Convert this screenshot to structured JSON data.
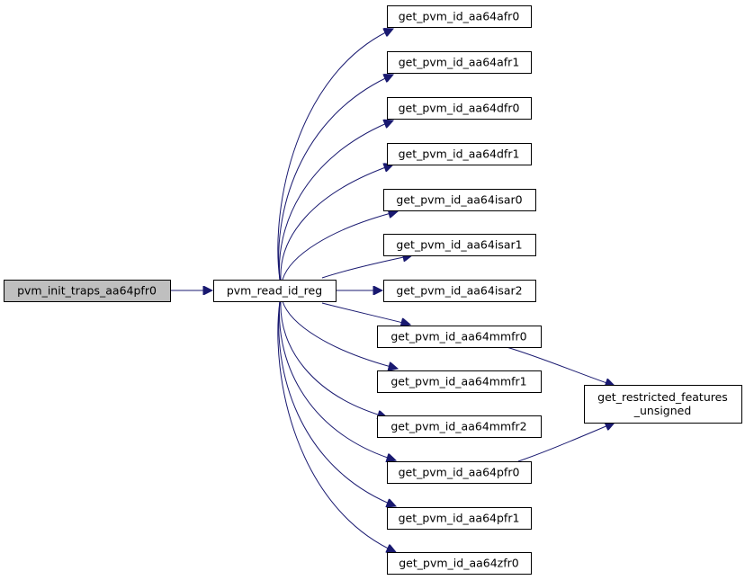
{
  "diagram": {
    "colors": {
      "edge": "#191970",
      "root_fill": "#bfbfbf",
      "node_fill": "#ffffff",
      "border": "#000000"
    },
    "nodes": [
      {
        "id": "root",
        "lines": [
          "pvm_init_traps_aa64pfr0"
        ],
        "highlighted": true
      },
      {
        "id": "read",
        "lines": [
          "pvm_read_id_reg"
        ]
      },
      {
        "id": "afr0",
        "lines": [
          "get_pvm_id_aa64afr0"
        ]
      },
      {
        "id": "afr1",
        "lines": [
          "get_pvm_id_aa64afr1"
        ]
      },
      {
        "id": "dfr0",
        "lines": [
          "get_pvm_id_aa64dfr0"
        ]
      },
      {
        "id": "dfr1",
        "lines": [
          "get_pvm_id_aa64dfr1"
        ]
      },
      {
        "id": "isar0",
        "lines": [
          "get_pvm_id_aa64isar0"
        ]
      },
      {
        "id": "isar1",
        "lines": [
          "get_pvm_id_aa64isar1"
        ]
      },
      {
        "id": "isar2",
        "lines": [
          "get_pvm_id_aa64isar2"
        ]
      },
      {
        "id": "mmfr0",
        "lines": [
          "get_pvm_id_aa64mmfr0"
        ]
      },
      {
        "id": "mmfr1",
        "lines": [
          "get_pvm_id_aa64mmfr1"
        ]
      },
      {
        "id": "mmfr2",
        "lines": [
          "get_pvm_id_aa64mmfr2"
        ]
      },
      {
        "id": "pfr0",
        "lines": [
          "get_pvm_id_aa64pfr0"
        ]
      },
      {
        "id": "pfr1",
        "lines": [
          "get_pvm_id_aa64pfr1"
        ]
      },
      {
        "id": "zfr0",
        "lines": [
          "get_pvm_id_aa64zfr0"
        ]
      },
      {
        "id": "restricted",
        "lines": [
          "get_restricted_features",
          "_unsigned"
        ]
      }
    ],
    "edges": [
      {
        "from": "root",
        "to": "read"
      },
      {
        "from": "read",
        "to": "afr0"
      },
      {
        "from": "read",
        "to": "afr1"
      },
      {
        "from": "read",
        "to": "dfr0"
      },
      {
        "from": "read",
        "to": "dfr1"
      },
      {
        "from": "read",
        "to": "isar0"
      },
      {
        "from": "read",
        "to": "isar1"
      },
      {
        "from": "read",
        "to": "isar2"
      },
      {
        "from": "read",
        "to": "mmfr0"
      },
      {
        "from": "read",
        "to": "mmfr1"
      },
      {
        "from": "read",
        "to": "mmfr2"
      },
      {
        "from": "read",
        "to": "pfr0"
      },
      {
        "from": "read",
        "to": "pfr1"
      },
      {
        "from": "read",
        "to": "zfr0"
      },
      {
        "from": "mmfr0",
        "to": "restricted"
      },
      {
        "from": "pfr0",
        "to": "restricted"
      }
    ]
  }
}
